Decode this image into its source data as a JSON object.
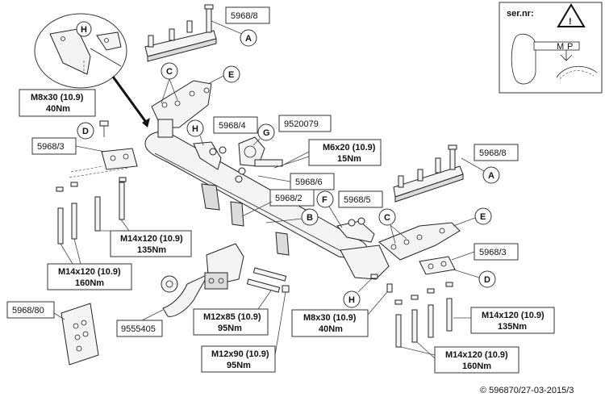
{
  "serial_box": {
    "label": "ser.nr:",
    "plate_text": "M",
    "plate_text2": "P"
  },
  "part_labels": {
    "a_top": "5968/8",
    "a_right": "5968/8",
    "d_left": "5968/3",
    "d_right": "5968/3",
    "bracket_h": "5968/4",
    "bracket_g": "9520079",
    "bolt_set_f": "5968/6",
    "bracket_f": "5968/5",
    "crossbar_b": "5968/2",
    "towball": "9555405",
    "kit": "5968/80"
  },
  "letters": {
    "A": "A",
    "B": "B",
    "C": "C",
    "D": "D",
    "E": "E",
    "F": "F",
    "G": "G",
    "H": "H"
  },
  "bolts": {
    "m8_left": {
      "size": "M8x30 (10.9)",
      "torque": "40Nm"
    },
    "m6": {
      "size": "M6x20 (10.9)",
      "torque": "15Nm"
    },
    "m14_135_left": {
      "size": "M14x120 (10.9)",
      "torque": "135Nm"
    },
    "m14_160_left": {
      "size": "M14x120 (10.9)",
      "torque": "160Nm"
    },
    "m12x85": {
      "size": "M12x85 (10.9)",
      "torque": "95Nm"
    },
    "m12x90": {
      "size": "M12x90 (10.9)",
      "torque": "95Nm"
    },
    "m8_right": {
      "size": "M8x30 (10.9)",
      "torque": "40Nm"
    },
    "m14_135_right": {
      "size": "M14x120 (10.9)",
      "torque": "135Nm"
    },
    "m14_160_right": {
      "size": "M14x120 (10.9)",
      "torque": "160Nm"
    }
  },
  "footer": {
    "copyright": "© 596870/27-03-2015/3"
  }
}
